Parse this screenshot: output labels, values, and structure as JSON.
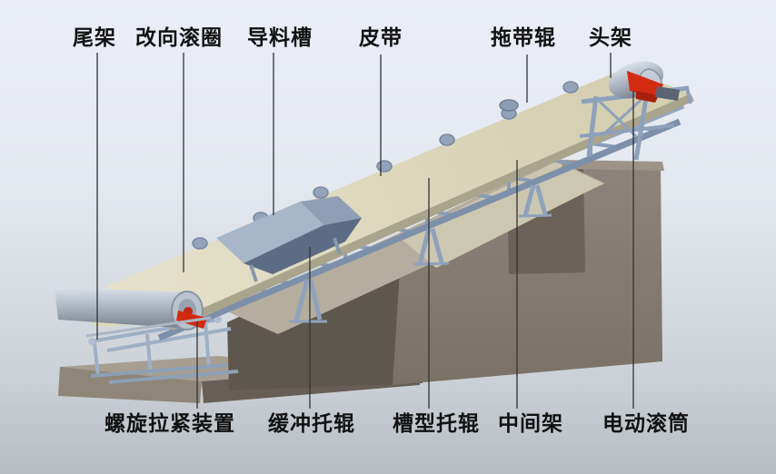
{
  "labels": {
    "top": [
      "尾架",
      "改向滚圈",
      "导料槽",
      "皮带",
      "拖带辊",
      "头架"
    ],
    "bottom": [
      "螺旋拉紧装置",
      "缓冲托辊",
      "槽型托辊",
      "中间架",
      "电动滚筒"
    ]
  },
  "colors": {
    "background_top": "#ebeef7",
    "background_bottom": "#b7bdc3",
    "label_text": "#121212",
    "leader_line": "#333333",
    "belt": "#d9d4b8",
    "steel_frame": "#8fa2bc",
    "concrete_face": "#837b6f",
    "concrete_top": "#b5ad9e",
    "accent_red": "#d32b12"
  }
}
